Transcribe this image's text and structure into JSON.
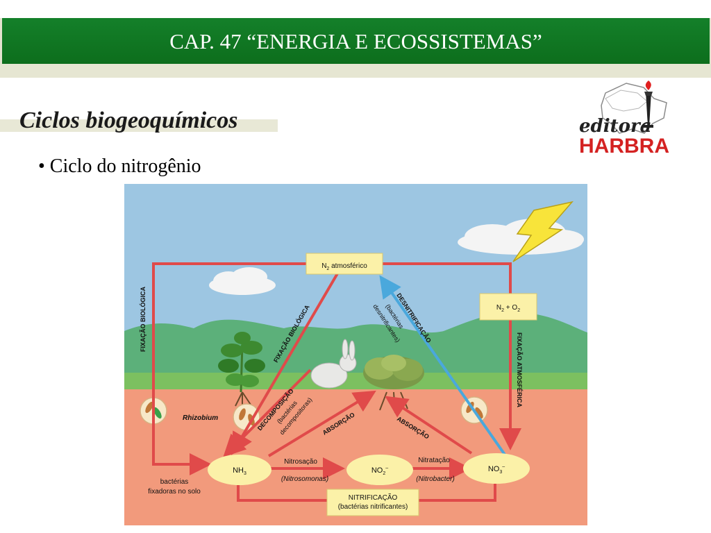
{
  "header": {
    "title": "CAP. 47 “ENERGIA E ECOSSISTEMAS”"
  },
  "section": {
    "title": "Ciclos biogeoquímicos"
  },
  "bullet": {
    "text": "• Ciclo do nitrogênio"
  },
  "logo": {
    "script_text": "editora",
    "brand_text": "HARBRA"
  },
  "diagram": {
    "n2_box": {
      "main": "N",
      "sub": "2",
      "rest": " atmosférico"
    },
    "n2o2_box": {
      "a": "N",
      "a_sub": "2",
      "plus": " + O",
      "b_sub": "2"
    },
    "fix_bio_left": "FIXAÇÃO BIOLÓGICA",
    "fix_bio_diag": "FIXAÇÃO BIOLÓGICA",
    "desnit": {
      "l1": "DESNITRIFICAÇÃO",
      "l2": "(bactérias",
      "l3": "desnitrificantes)"
    },
    "fix_atm": "FIXAÇÃO ATMOSFÉRICA",
    "decomp": {
      "l1": "DECOMPOSIÇÃO",
      "l2": "(bactérias",
      "l3": "decompositoras)"
    },
    "absorcao_1": "ABSORÇÃO",
    "absorcao_2": "ABSORÇÃO",
    "rhizobium": "Rhizobium",
    "bacterias_fix": {
      "l1": "bactérias",
      "l2": "fixadoras no solo"
    },
    "nh3": {
      "main": "NH",
      "sub": "3"
    },
    "no2": {
      "main": "NO",
      "sub": "2",
      "sup": "–"
    },
    "no3": {
      "main": "NO",
      "sub": "3",
      "sup": "–"
    },
    "nitrosacao": "Nitrosação",
    "nitrosomonas": "(Nitrosomonas)",
    "nitratacao": "Nitratação",
    "nitrobacter": "(Nitrobacter)",
    "nitrificacao": {
      "l1": "NITRIFICAÇÃO",
      "l2": "(bactérias nitrificantes)"
    }
  },
  "colors": {
    "title_green": "#14802a",
    "arrow_red": "#e04a4a",
    "arrow_blue": "#4aa8dc",
    "box_yellow": "#fbf1a8",
    "soil": "#f29a7c",
    "sky": "#9dc6e2"
  }
}
